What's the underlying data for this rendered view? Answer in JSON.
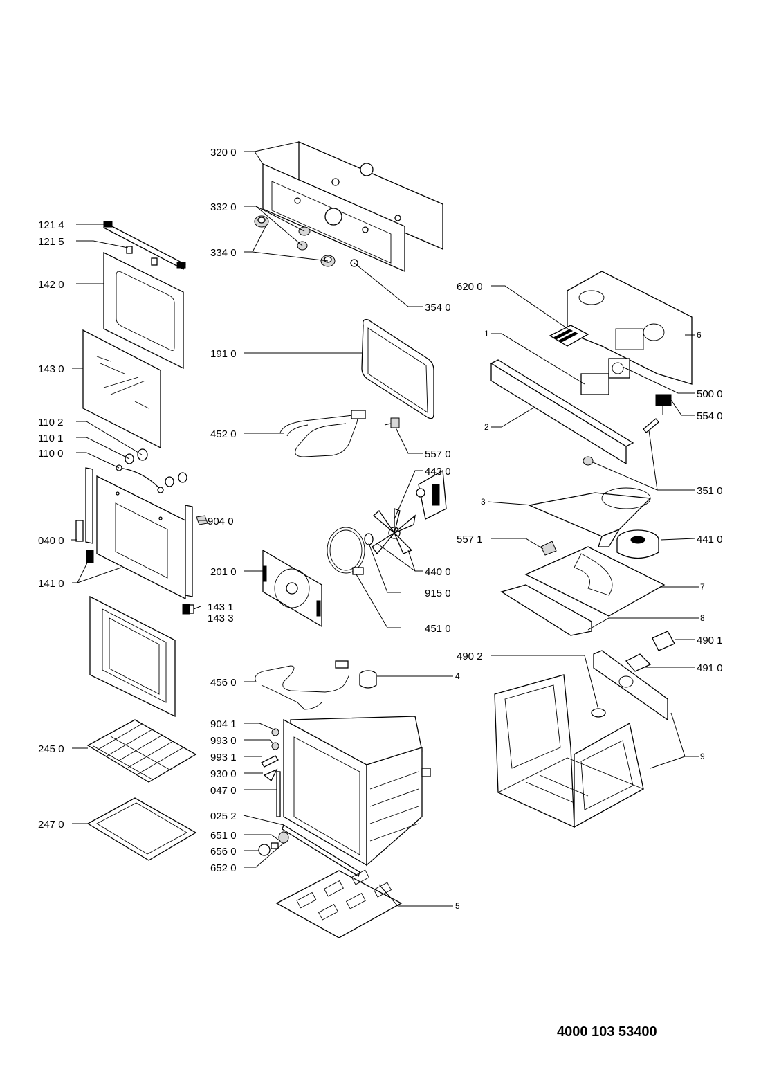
{
  "labels": {
    "l3200": "320 0",
    "l3320": "332 0",
    "l3340": "334 0",
    "l3540": "354 0",
    "l1214": "121 4",
    "l1215": "121 5",
    "l1420": "142 0",
    "l1430": "143 0",
    "l6200": "620 0",
    "l1": "1",
    "l6": "6",
    "l1910": "191 0",
    "l5000": "500 0",
    "l5540": "554 0",
    "l2": "2",
    "l1102": "110 2",
    "l1101": "110 1",
    "l1100": "110 0",
    "l4520": "452 0",
    "l5570": "557 0",
    "l4430": "443 0",
    "l3510": "351 0",
    "l3": "3",
    "l0400": "040 0",
    "l9040": "904 0",
    "l5571": "557 1",
    "l4410": "441 0",
    "l1410": "141 0",
    "l2010": "201 0",
    "l4400": "440 0",
    "l1431": "143 1",
    "l1433": "143 3",
    "l9150": "915 0",
    "l7": "7",
    "l8": "8",
    "l4510": "451 0",
    "l4901": "490 1",
    "l4902": "490 2",
    "l4910": "491 0",
    "l4560": "456 0",
    "l4": "4",
    "l9041": "904 1",
    "l9930": "993 0",
    "l9931": "993 1",
    "l9300": "930 0",
    "l0470": "047 0",
    "l0252": "025 2",
    "l6510": "651 0",
    "l6560": "656 0",
    "l6520": "652 0",
    "l2450": "245 0",
    "l2470": "247 0",
    "l9": "9",
    "l5": "5"
  },
  "document_number": "4000 103 53400"
}
